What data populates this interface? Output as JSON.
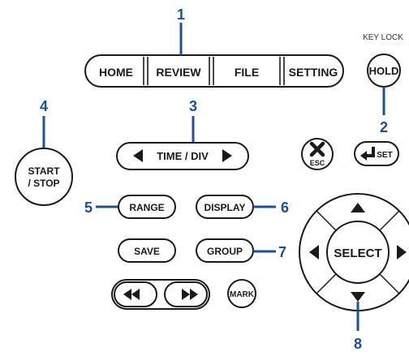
{
  "top_menu": {
    "home": "HOME",
    "review": "REVIEW",
    "file": "FILE",
    "setting": "SETTING"
  },
  "key_lock_label": "KEY LOCK",
  "buttons": {
    "hold": "HOLD",
    "time_div": "TIME / DIV",
    "esc": "ESC",
    "set": "SET",
    "start_line1": "START",
    "start_line2": "/ STOP",
    "range": "RANGE",
    "display": "DISPLAY",
    "save": "SAVE",
    "group": "GROUP",
    "mark": "MARK",
    "select": "SELECT"
  },
  "callouts": {
    "c1": "1",
    "c2": "2",
    "c3": "3",
    "c4": "4",
    "c5": "5",
    "c6": "6",
    "c7": "7",
    "c8": "8"
  },
  "icons": {
    "left_arrow": "left-triangle",
    "right_arrow": "right-triangle",
    "up_arrow": "up-triangle",
    "down_arrow": "down-triangle",
    "esc_cross": "cross",
    "enter": "enter-arrow",
    "rewind": "double-left",
    "fast_forward": "double-right"
  },
  "colors": {
    "callout": "#1d4f9c",
    "outline": "#1a1a1a"
  }
}
